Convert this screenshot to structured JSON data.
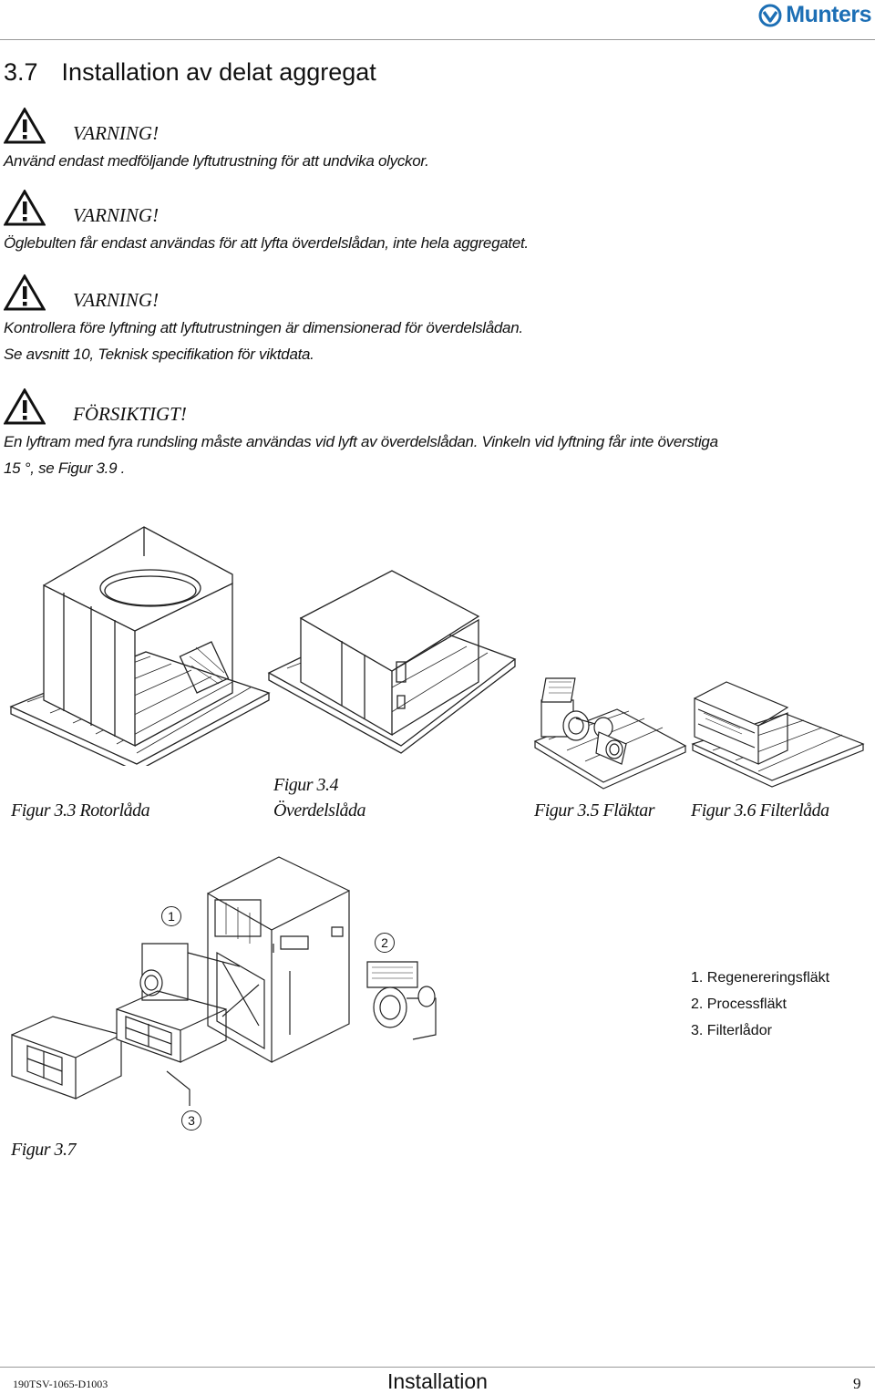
{
  "header": {
    "brand": "Munters"
  },
  "section": {
    "number": "3.7",
    "title": "Installation av delat aggregat"
  },
  "warnings": [
    {
      "heading": "VARNING!",
      "lines": [
        "Använd endast medföljande lyftutrustning för att undvika olyckor."
      ]
    },
    {
      "heading": "VARNING!",
      "lines": [
        "Öglebulten får endast användas för att lyfta överdelslådan, inte hela aggregatet."
      ]
    },
    {
      "heading": "VARNING!",
      "lines": [
        "Kontrollera före lyftning att lyftutrustningen är dimensionerad för överdelslådan.",
        "Se avsnitt 10, Teknisk specifikation för viktdata."
      ]
    },
    {
      "heading": "FÖRSIKTIGT!",
      "lines": [
        "En lyftram med fyra rundsling måste användas vid lyft av överdelslådan. Vinkeln vid lyftning får inte överstiga",
        "15 °, se Figur 3.9 ."
      ]
    }
  ],
  "figures": {
    "fig33": "Figur 3.3 Rotorlåda",
    "fig34_line1": "Figur 3.4",
    "fig34_line2": "Överdelslåda",
    "fig35": "Figur 3.5 Fläktar",
    "fig36": "Figur 3.6 Filterlåda",
    "fig37": "Figur 3.7"
  },
  "callouts": [
    "1",
    "2",
    "3"
  ],
  "legend": [
    "1. Regenereringsfläkt",
    "2. Processfläkt",
    "3. Filterlådor"
  ],
  "footer": {
    "doc_id": "190TSV-1065-D1003",
    "chapter": "Installation",
    "page": "9"
  }
}
